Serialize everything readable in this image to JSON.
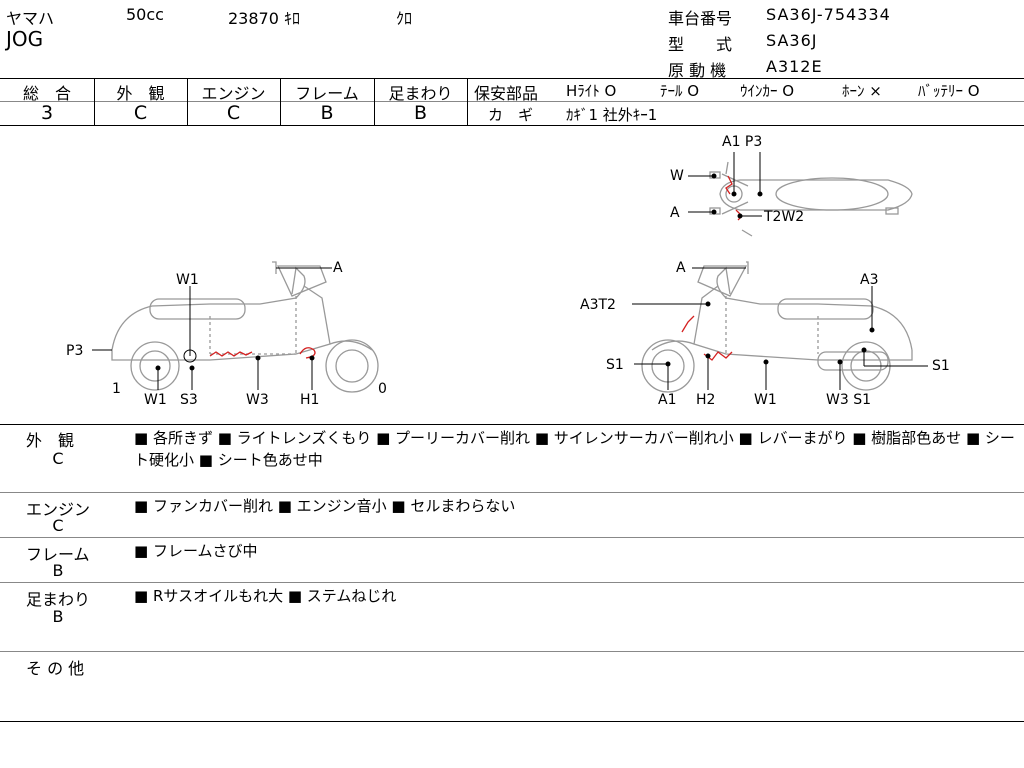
{
  "header": {
    "maker": "ヤマハ",
    "displacement": "50cc",
    "mileage": "23870 ｷﾛ",
    "color": "ｸﾛ",
    "model": "JOG",
    "frame_no_label": "車台番号",
    "frame_no": "SA36J-754334",
    "type_label": "型　　式",
    "type": "SA36J",
    "engine_label": "原 動 機",
    "engine": "A312E"
  },
  "grades": [
    {
      "label": "総　合",
      "value": "3"
    },
    {
      "label": "外　観",
      "value": "C"
    },
    {
      "label": "エンジン",
      "value": "C"
    },
    {
      "label": "フレーム",
      "value": "B"
    },
    {
      "label": "足まわり",
      "value": "B"
    }
  ],
  "safety": {
    "label": "保安部品",
    "items": [
      "Hﾗｲﾄ O",
      "ﾃｰﾙ O",
      "ｳｲﾝｶｰ O",
      "ﾎｰﾝ ×",
      "ﾊﾞｯﾃﾘｰ O"
    ],
    "key_label": "カ　ギ",
    "key_value": "ｶｷﾞ1 社外ｷｰ1"
  },
  "diagram_labels": {
    "left_A": "A",
    "left_W1_top": "W1",
    "left_P3": "P3",
    "left_1": "1",
    "left_0": "0",
    "left_W1": "W1",
    "left_S3": "S3",
    "left_W3": "W3",
    "left_H1": "H1",
    "top_A1P3": "A1 P3",
    "top_W": "W",
    "top_A": "A",
    "top_T2W2": "T2W2",
    "right_A": "A",
    "right_A3": "A3",
    "right_A3T2": "A3T2",
    "right_S1_left": "S1",
    "right_S1_right": "S1",
    "right_A1": "A1",
    "right_H2": "H2",
    "right_W1": "W1",
    "right_W3S1": "W3 S1"
  },
  "sections": [
    {
      "label": "外　観",
      "grade": "C",
      "text": "■ 各所きず ■ ライトレンズくもり ■ プーリーカバー削れ ■ サイレンサーカバー削れ小 ■ レバーまがり ■ 樹脂部色あせ ■ シート硬化小 ■ シート色あせ中"
    },
    {
      "label": "エンジン",
      "grade": "C",
      "text": "■ ファンカバー削れ ■ エンジン音小 ■ セルまわらない"
    },
    {
      "label": "フレーム",
      "grade": "B",
      "text": "■ フレームさび中"
    },
    {
      "label": "足まわり",
      "grade": "B",
      "text": "■ Rサスオイルもれ大 ■ ステムねじれ"
    },
    {
      "label": "そ の 他",
      "grade": "",
      "text": ""
    }
  ]
}
